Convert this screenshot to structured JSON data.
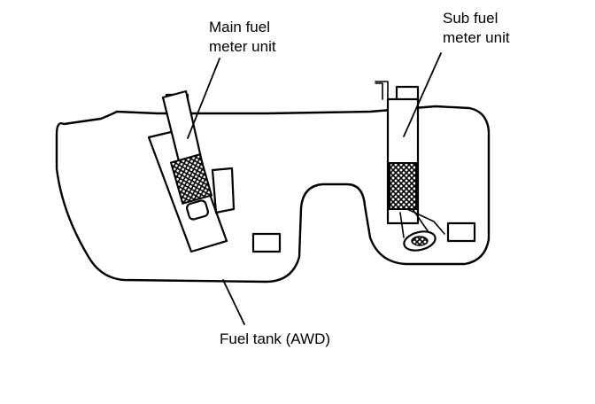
{
  "labels": {
    "main_unit_line1": "Main fuel",
    "main_unit_line2": "meter unit",
    "sub_unit_line1": "Sub fuel",
    "sub_unit_line2": "meter unit",
    "tank": "Fuel tank (AWD)"
  },
  "colors": {
    "ink": "#000000",
    "paper": "#ffffff"
  }
}
